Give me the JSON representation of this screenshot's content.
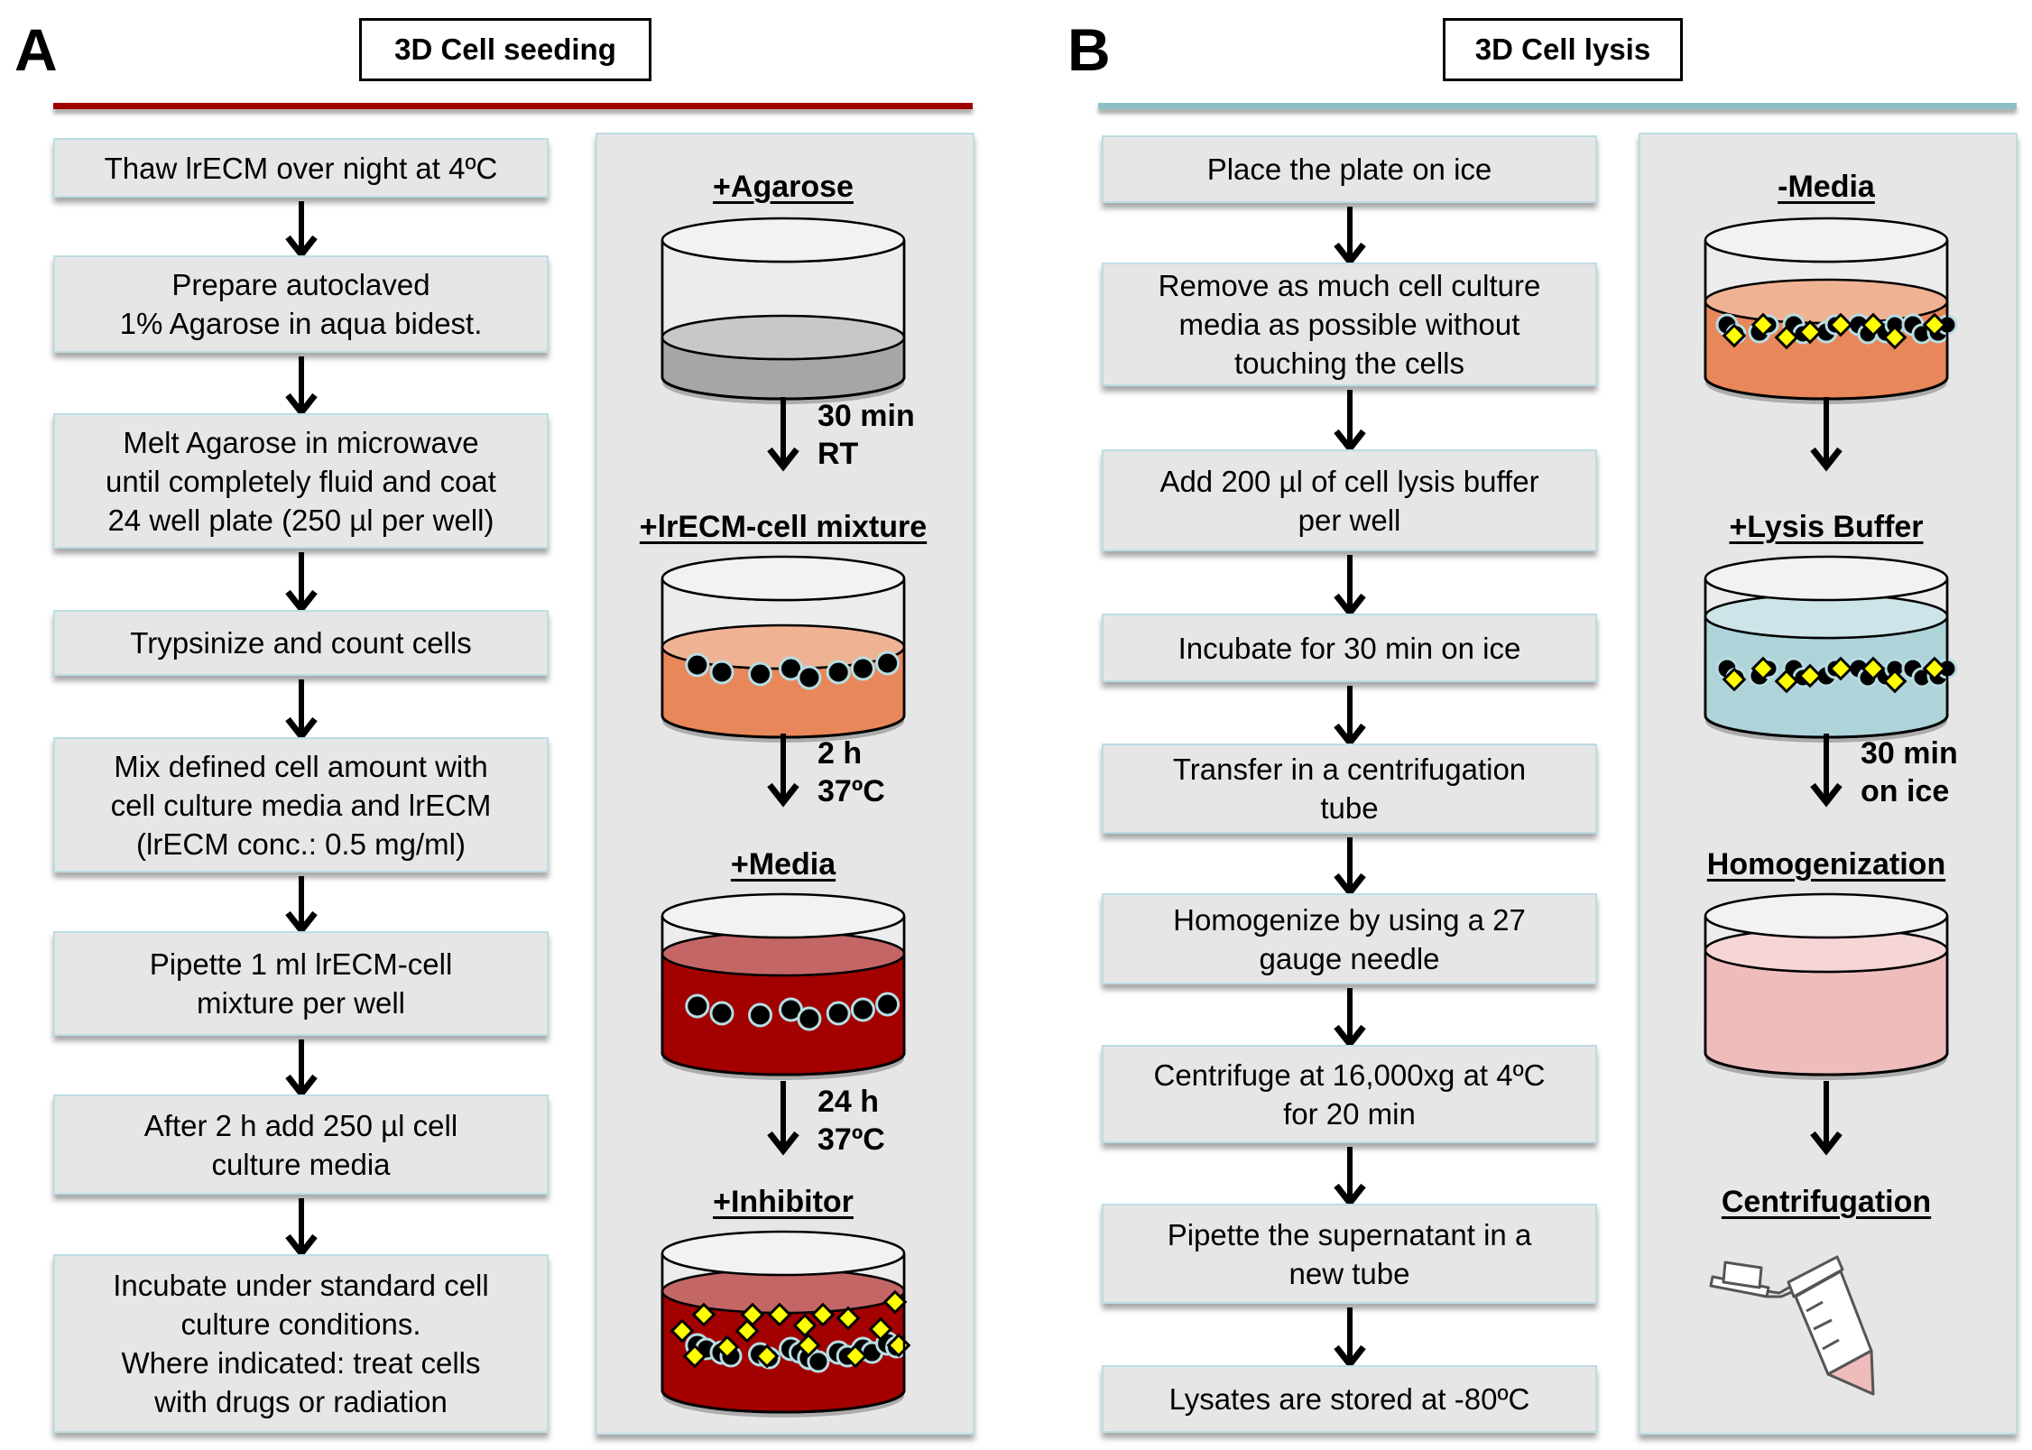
{
  "panels": {
    "A": {
      "letter": "A",
      "title": "3D Cell seeding",
      "accent_color": "#a00000",
      "steps": [
        "Thaw lrECM over night at 4ºC",
        "Prepare autoclaved\n1% Agarose in aqua bidest.",
        "Melt Agarose in microwave\nuntil completely fluid and coat\n24 well plate (250 µl per well)",
        "Trypsinize and count cells",
        "Mix defined cell amount with\ncell culture media and lrECM\n(lrECM conc.: 0.5 mg/ml)",
        "Pipette 1 ml lrECM-cell\nmixture per well",
        "After 2 h add 250 µl cell\nculture media",
        "Incubate under standard cell\nculture conditions.\nWhere indicated: treat cells\nwith drugs or radiation"
      ],
      "illustrations": [
        {
          "heading": "+Agarose",
          "dish": "agarose",
          "arrow_label": "30 min\nRT"
        },
        {
          "heading": "+lrECM-cell mixture",
          "dish": "cells",
          "arrow_label": "2 h\n37ºC"
        },
        {
          "heading": "+Media",
          "dish": "media",
          "arrow_label": "24 h\n37ºC"
        },
        {
          "heading": "+Inhibitor",
          "dish": "inhibitor",
          "arrow_label": ""
        }
      ]
    },
    "B": {
      "letter": "B",
      "title": "3D Cell lysis",
      "accent_color": "#8fbfc6",
      "steps": [
        "Place the plate on ice",
        "Remove as much cell culture\nmedia as possible without\ntouching the cells",
        "Add 200 µl of cell lysis buffer\nper well",
        "Incubate for 30 min on ice",
        "Transfer in a centrifugation\ntube",
        "Homogenize by using a 27\ngauge needle",
        "Centrifuge at 16,000xg at 4ºC\nfor 20 min",
        "Pipette the supernatant in a\nnew tube",
        "Lysates are stored at -80ºC"
      ],
      "illustrations": [
        {
          "heading": "-Media",
          "dish": "treated",
          "arrow_label": ""
        },
        {
          "heading": "+Lysis Buffer",
          "dish": "lysis",
          "arrow_label": "30 min\non ice"
        },
        {
          "heading": "Homogenization",
          "dish": "homogenate",
          "arrow_label": ""
        },
        {
          "heading": "Centrifugation",
          "dish": "tube",
          "arrow_label": ""
        }
      ]
    }
  },
  "colors": {
    "box_fill": "#e6e6e6",
    "box_border": "#bcdde3",
    "agarose": "#a6a6a6",
    "matrix": "#e8875a",
    "media": "#a30000",
    "lysis_buffer": "#aed4da",
    "homogenate": "#efbcbc",
    "inhibitor": "#ffff00",
    "cell": "#000000"
  }
}
